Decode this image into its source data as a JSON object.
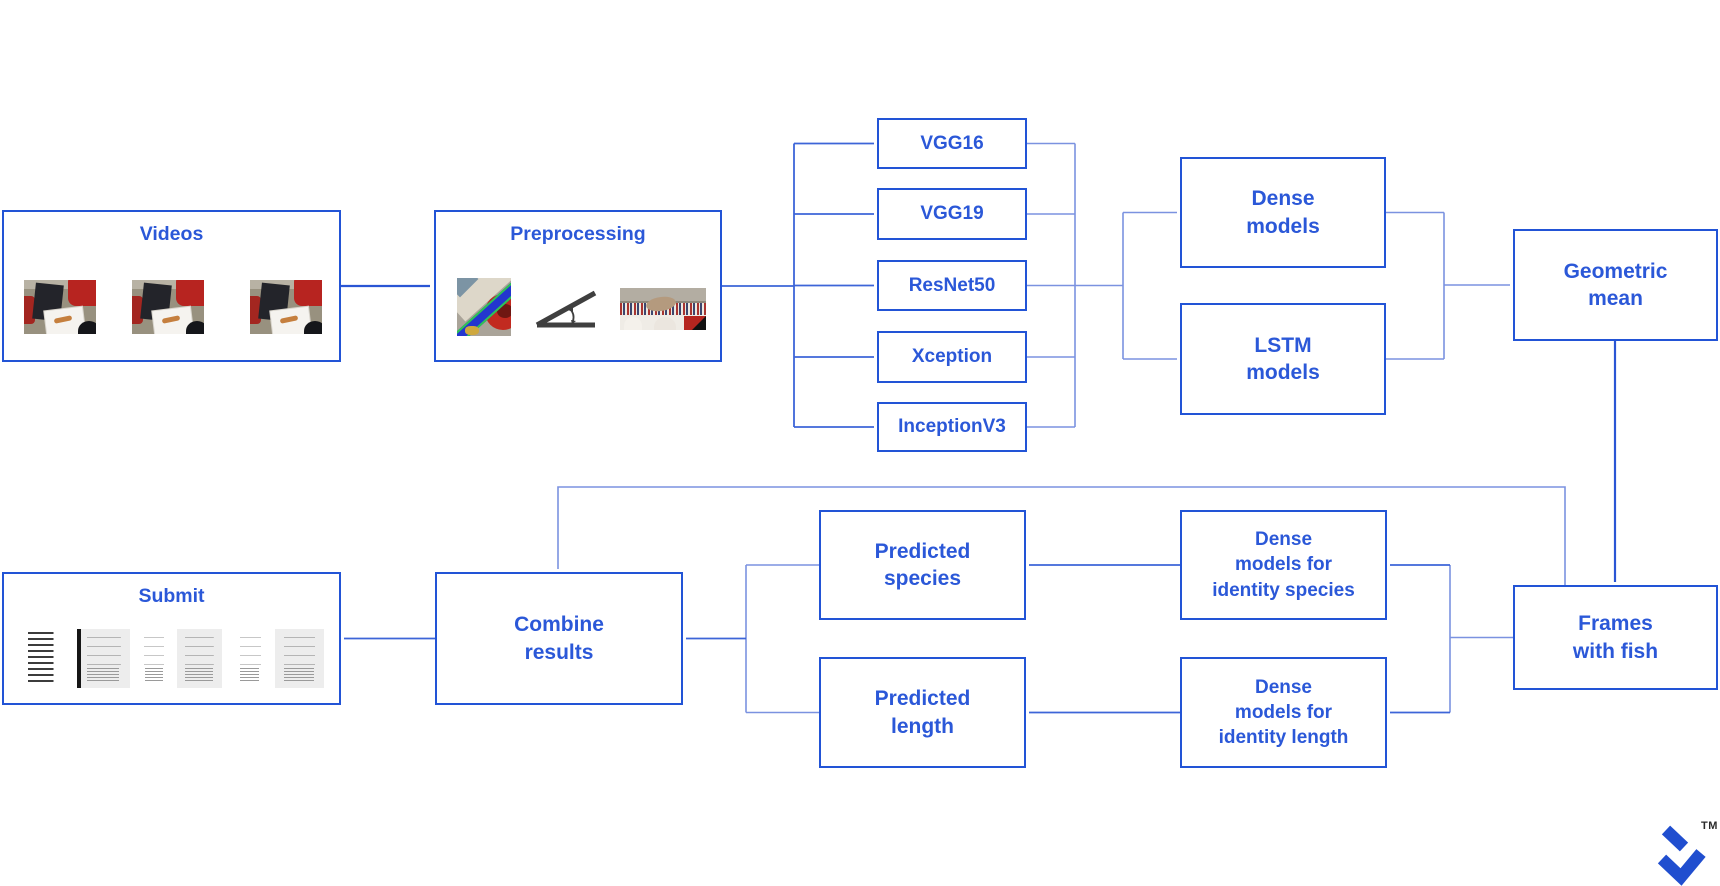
{
  "diagram": {
    "nodes": {
      "videos": {
        "label": "Videos"
      },
      "preprocessing": {
        "label": "Preprocessing"
      },
      "vgg16": {
        "label": "VGG16"
      },
      "vgg19": {
        "label": "VGG19"
      },
      "resnet50": {
        "label": "ResNet50"
      },
      "xception": {
        "label": "Xception"
      },
      "inceptionv3": {
        "label": "InceptionV3"
      },
      "dense_models": {
        "label": "Dense\nmodels"
      },
      "lstm_models": {
        "label": "LSTM\nmodels"
      },
      "geometric_mean": {
        "label": "Geometric\nmean"
      },
      "frames_with_fish": {
        "label": "Frames\nwith fish"
      },
      "dense_identity_species": {
        "label": "Dense\nmodels for\nidentity species"
      },
      "dense_identity_length": {
        "label": "Dense\nmodels for\nidentity length"
      },
      "predicted_species": {
        "label": "Predicted\nspecies"
      },
      "predicted_length": {
        "label": "Predicted\nlength"
      },
      "combine_results": {
        "label": "Combine\nresults"
      },
      "submit": {
        "label": "Submit"
      }
    },
    "edges": [
      {
        "from": "videos",
        "to": "preprocessing"
      },
      {
        "from": "preprocessing",
        "to": [
          "vgg16",
          "vgg19",
          "resnet50",
          "xception",
          "inceptionv3"
        ]
      },
      {
        "from": [
          "vgg16",
          "vgg19",
          "resnet50",
          "xception",
          "inceptionv3"
        ],
        "to": [
          "dense_models",
          "lstm_models"
        ]
      },
      {
        "from": [
          "dense_models",
          "lstm_models"
        ],
        "to": "geometric_mean"
      },
      {
        "from": "geometric_mean",
        "to": "frames_with_fish"
      },
      {
        "from": "frames_with_fish",
        "to": [
          "dense_identity_species",
          "dense_identity_length",
          "combine_results"
        ]
      },
      {
        "from": "dense_identity_species",
        "to": "predicted_species"
      },
      {
        "from": "dense_identity_length",
        "to": "predicted_length"
      },
      {
        "from": [
          "predicted_species",
          "predicted_length"
        ],
        "to": "combine_results"
      },
      {
        "from": "combine_results",
        "to": "submit"
      }
    ],
    "colors": {
      "background": "#ffffff",
      "box_border": "#2254d6",
      "box_text": "#2b58d8",
      "connector": "#7b92e0",
      "connector_strong": "#2a55d4",
      "logo_blue": "#204ecf"
    },
    "branding": {
      "trademark": "TM"
    }
  }
}
